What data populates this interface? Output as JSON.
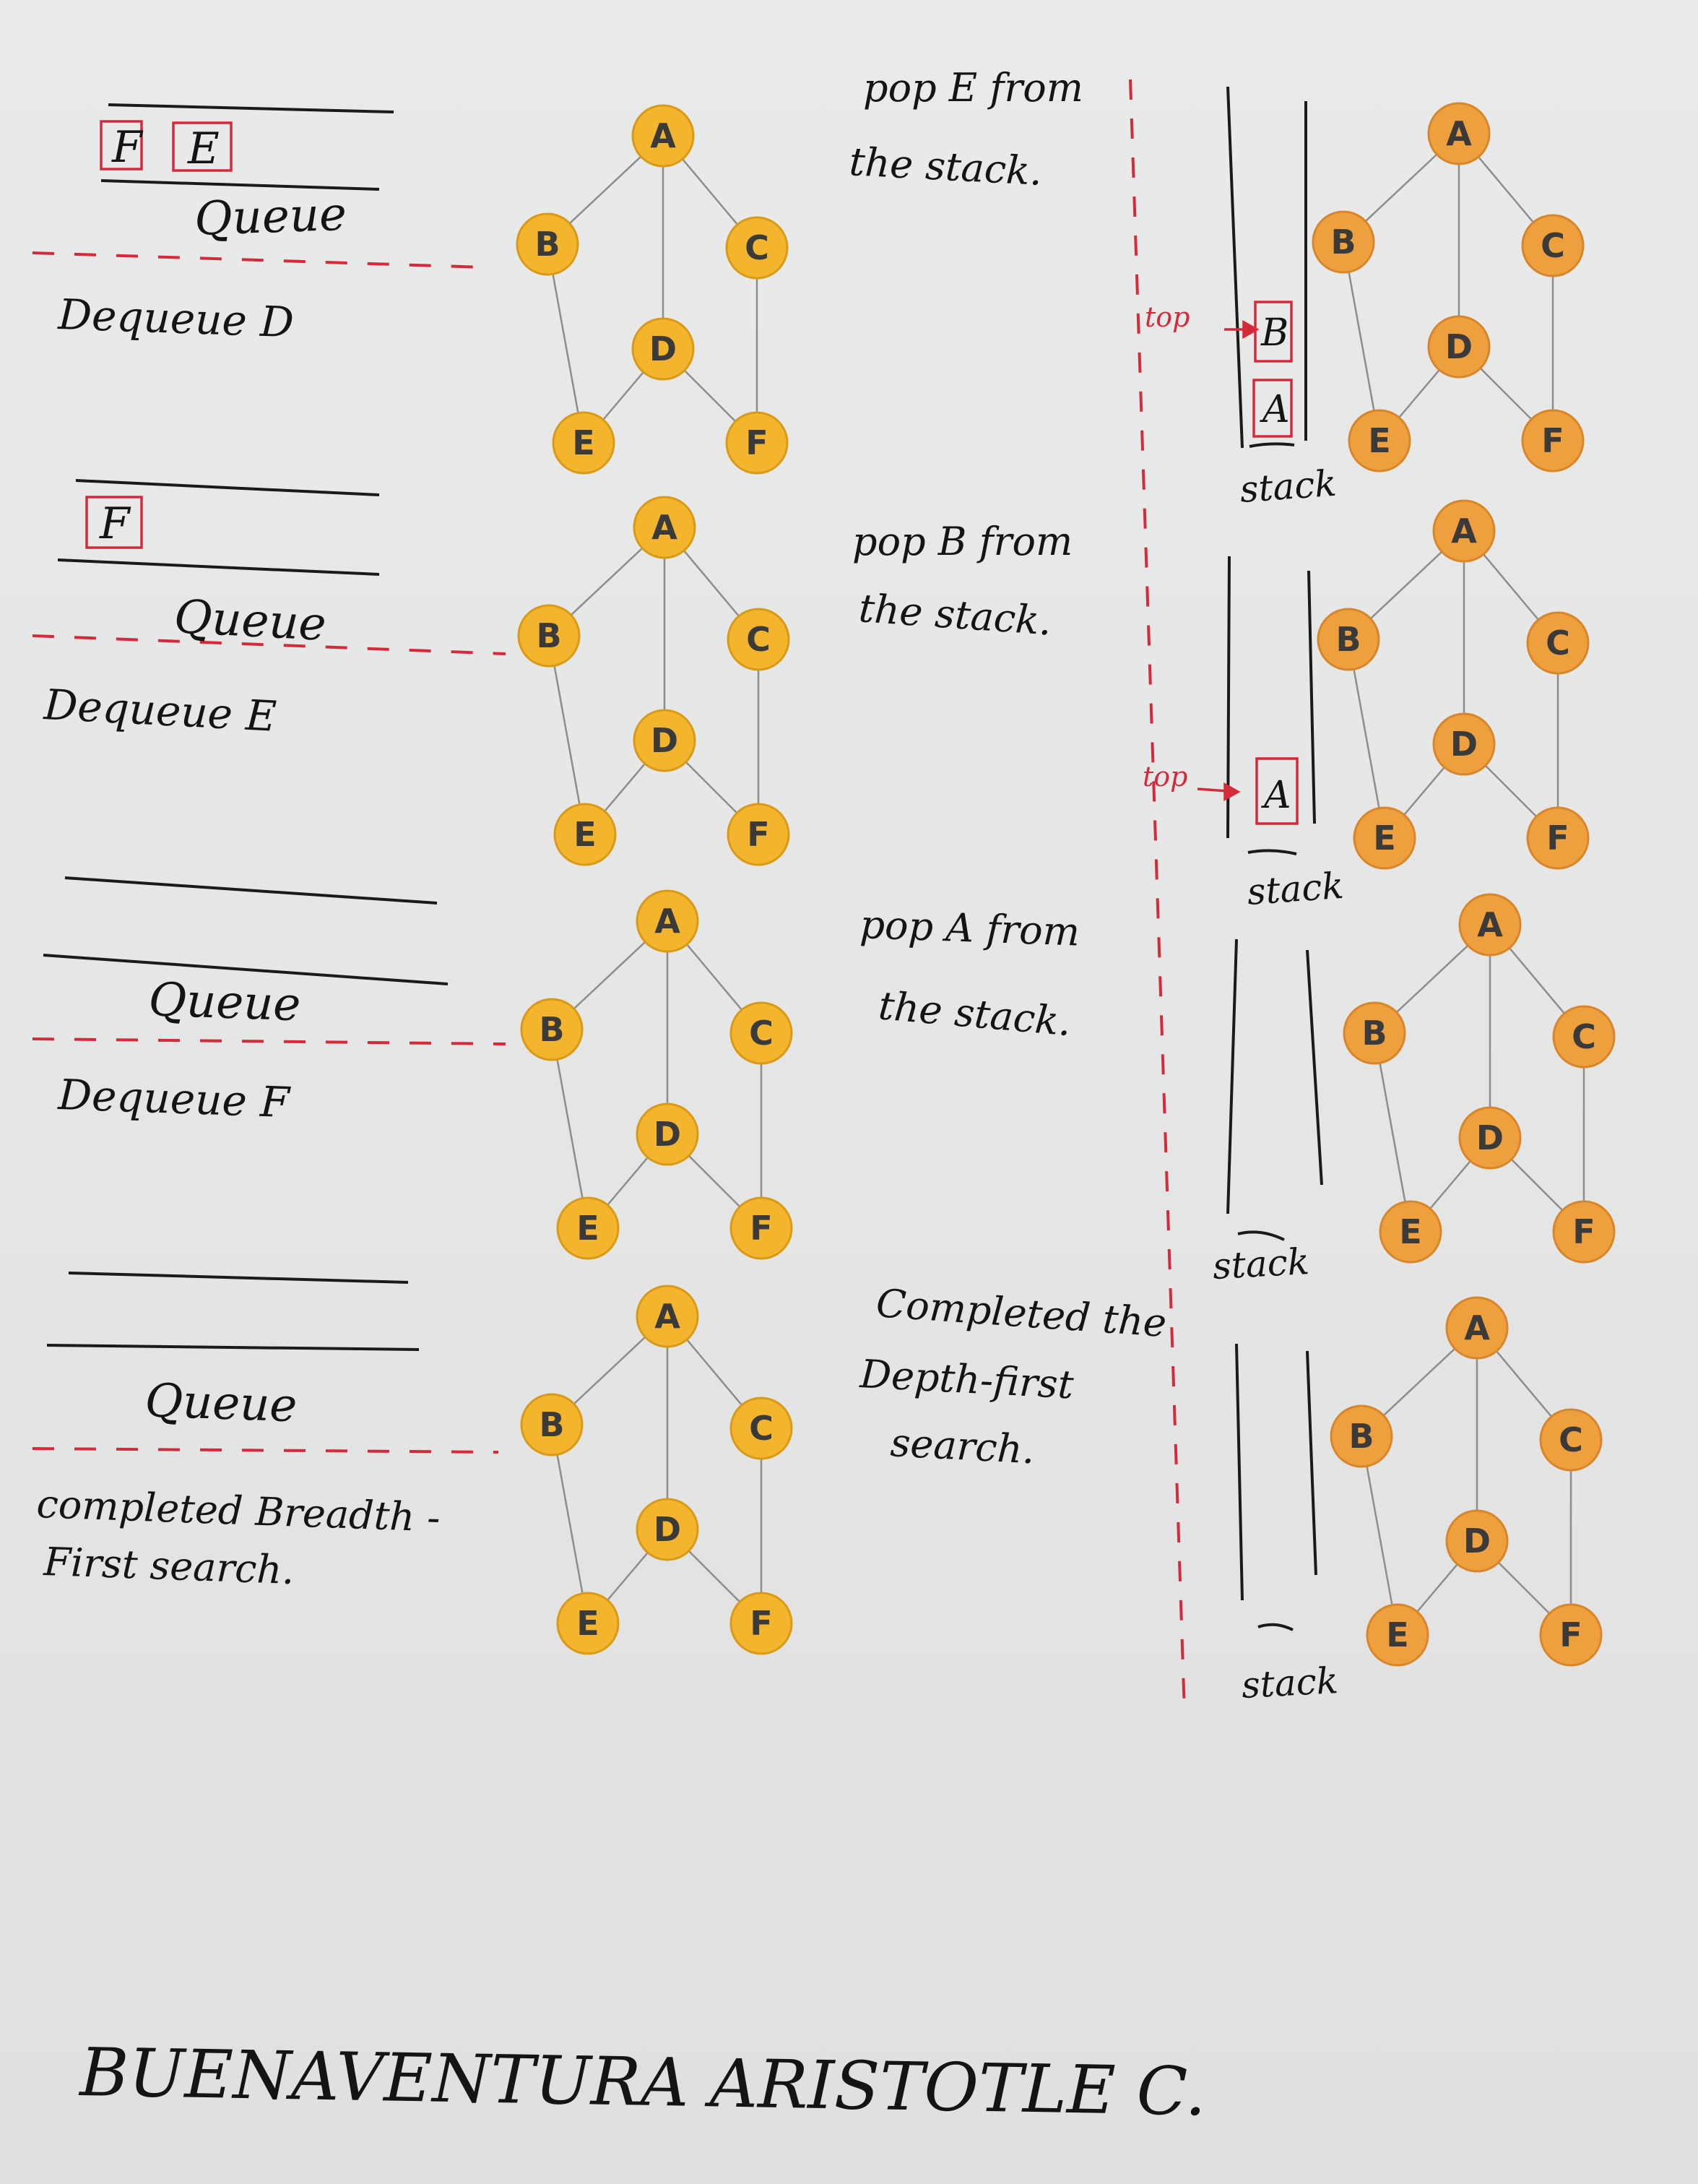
{
  "graph": {
    "node_labels": [
      "A",
      "B",
      "C",
      "D",
      "E",
      "F"
    ],
    "edges": [
      [
        "A",
        "B"
      ],
      [
        "A",
        "C"
      ],
      [
        "A",
        "D"
      ],
      [
        "B",
        "E"
      ],
      [
        "C",
        "F"
      ],
      [
        "D",
        "E"
      ],
      [
        "D",
        "F"
      ]
    ],
    "colors": {
      "bfs_node": "#f4b52e",
      "dfs_node": "#eea03e",
      "annotation_red": "#d42a3a",
      "ink": "#141414"
    }
  },
  "bfs": {
    "queue_caption": "Queue",
    "steps": [
      {
        "queue_items": [
          "F",
          "E"
        ],
        "queue_caption": "Queue",
        "action": "Dequeue D"
      },
      {
        "queue_items": [
          "F"
        ],
        "queue_caption": "Queue",
        "action": "Dequeue E"
      },
      {
        "queue_items": [],
        "queue_caption": "Queue",
        "action": "Dequeue F"
      },
      {
        "queue_items": [],
        "queue_caption": "Queue",
        "action_lines": [
          "completed Breadth -",
          "First search."
        ]
      }
    ]
  },
  "dfs": {
    "steps": [
      {
        "text_lines": [
          "pop E from",
          "the stack."
        ],
        "stack_items": [
          "B",
          "A"
        ],
        "top_label": "top",
        "stack_caption": "stack"
      },
      {
        "text_lines": [
          "pop B from",
          "the stack."
        ],
        "stack_items": [
          "A"
        ],
        "top_label": "top",
        "stack_caption": "stack"
      },
      {
        "text_lines": [
          "pop A from",
          "the stack."
        ],
        "stack_items": [],
        "stack_caption": "stack"
      },
      {
        "text_lines": [
          "Completed the",
          "Depth-first",
          "search."
        ],
        "stack_items": [],
        "stack_caption": "stack"
      }
    ]
  },
  "signature": "BUENAVENTURA ARISTOTLE C."
}
